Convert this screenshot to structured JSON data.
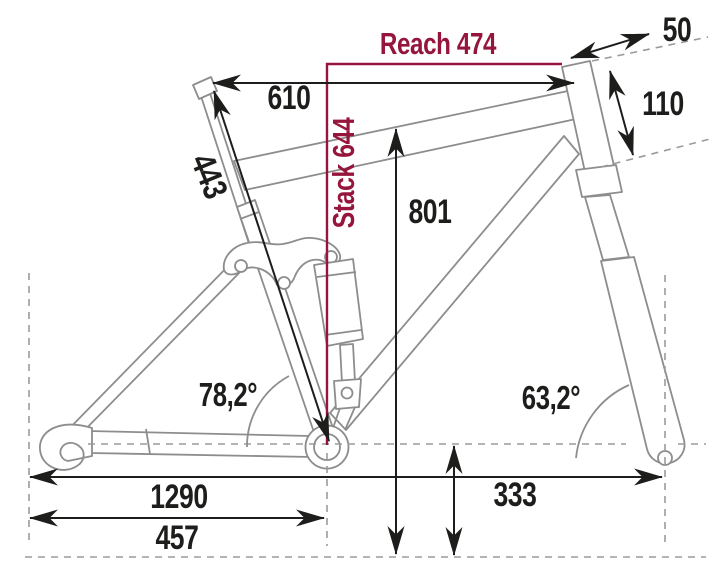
{
  "labels": {
    "reach": "Reach 474",
    "stack": "Stack 644",
    "top_tube_horizontal": "610",
    "seat_tube_length": "443",
    "standover_height": "801",
    "head_tube_length": "110",
    "fork_offset": "50",
    "seat_tube_angle": "78,2°",
    "head_tube_angle": "63,2°",
    "wheelbase": "1290",
    "chainstay_length": "457",
    "bb_height": "333"
  },
  "colors": {
    "accent_red": "#96153c",
    "dimension_black": "#1d1d1b",
    "frame_gray": "#8d8d8d",
    "dashed_gray": "#9b9b9b",
    "background": "#ffffff"
  }
}
